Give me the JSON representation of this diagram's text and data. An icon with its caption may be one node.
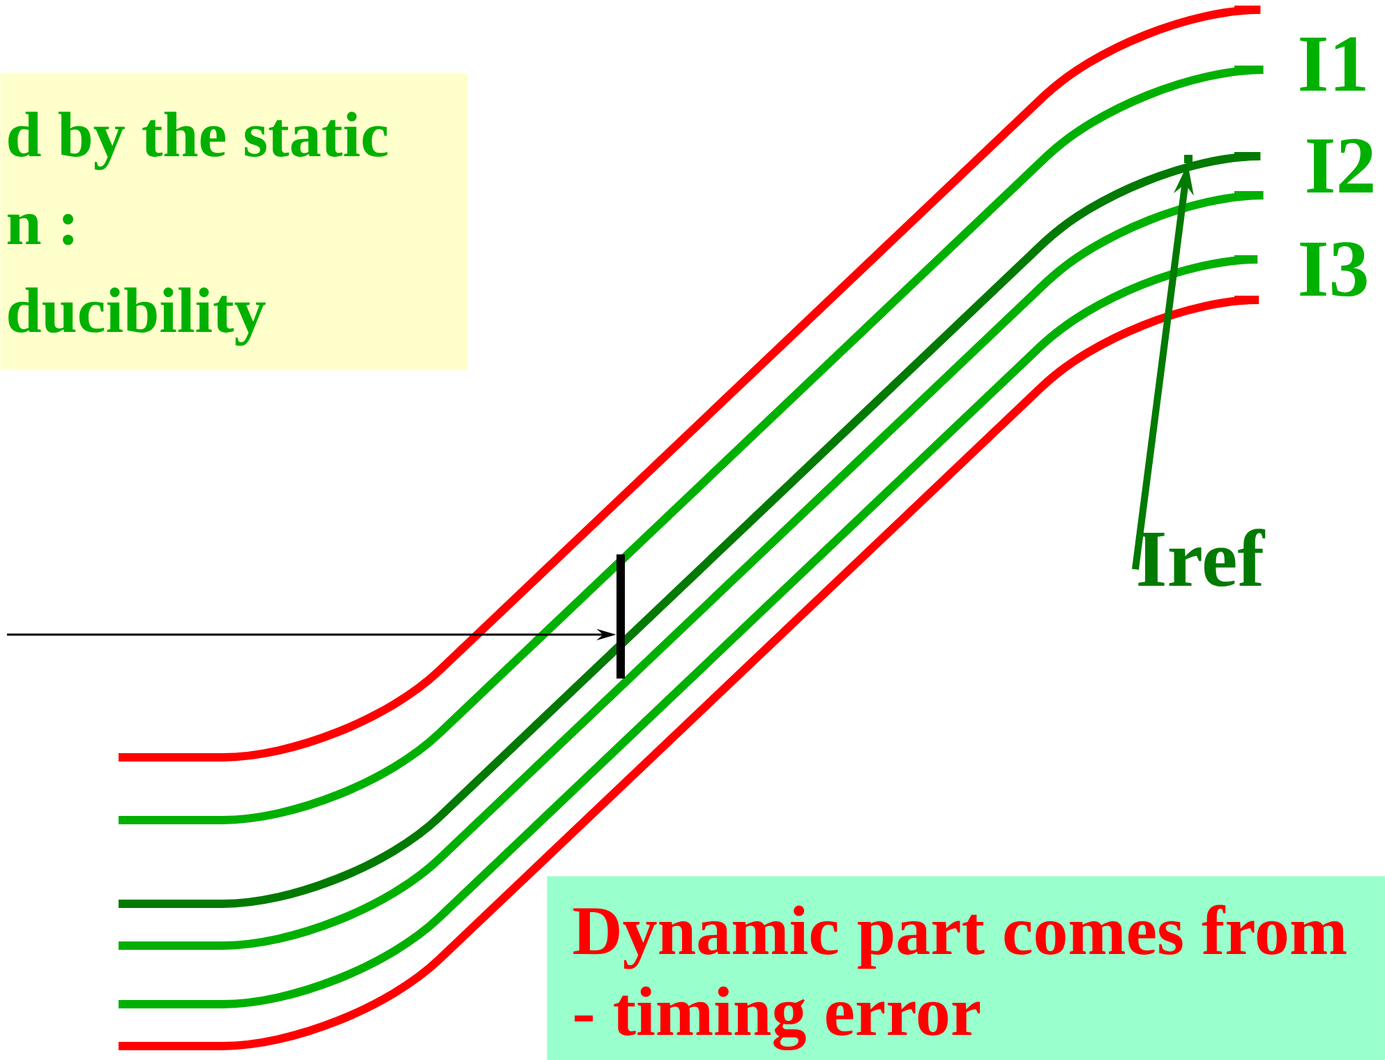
{
  "diagram": {
    "nodes": [
      {
        "text": [
          "d by the static",
          "n :",
          "ducibility"
        ]
      },
      {
        "text": [],
        "shape": "curve"
      },
      {
        "text": [],
        "shape": "bar"
      },
      {
        "text": [
          "Iref"
        ]
      },
      {
        "text": [
          "Dynamic part comes from",
          "- timing error"
        ]
      }
    ],
    "edges": [
      {
        "from": 3,
        "to": 1,
        "arrow": "to",
        "style": "thick",
        "color": "#007a00"
      },
      {
        "from": null,
        "to": 2,
        "arrow": "to",
        "color": "#000000"
      }
    ],
    "labels": [
      "I1",
      "I2",
      "I3"
    ]
  }
}
